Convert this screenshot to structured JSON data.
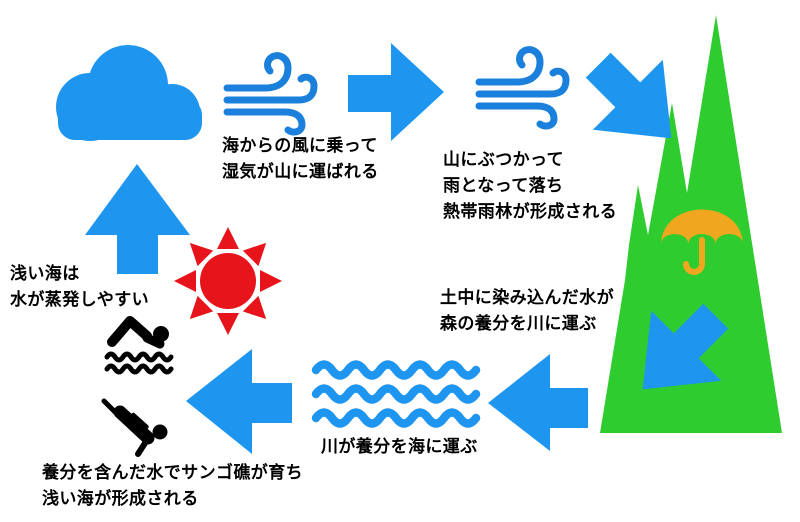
{
  "diagram": {
    "labels": {
      "wind_carries": [
        "海からの風に乗って",
        "湿気が山に運ばれる"
      ],
      "rain_forest": [
        "山にぶつかって",
        "雨となって落ち",
        "熱帯雨林が形成される"
      ],
      "shallow_sea_evaporation": [
        "浅い海は",
        "水が蒸発しやすい"
      ],
      "soil_nutrients": [
        "土中に染み込んだ水が",
        "森の養分を川に運ぶ"
      ],
      "river_to_sea": [
        "川が養分を海に運ぶ"
      ],
      "coral_reef": [
        "養分を含んだ水でサンゴ礁が育ち",
        "浅い海が形成される"
      ]
    },
    "icons": {
      "cloud": "☁",
      "wind": "💨",
      "arrow_right": "➔",
      "arrow_up": "⬆",
      "arrow_left": "⬅",
      "arrow_down_right": "⬊",
      "arrow_down_left": "⬋",
      "sun": "☀",
      "swimmer": "🏊",
      "scuba_diver": "🤿",
      "river_waves": "〰",
      "mountain_forest": "⛰",
      "umbrella": "☂"
    },
    "colors": {
      "blue": "#1e96f0",
      "wind": "#1a80db",
      "green": "#2ecc2e",
      "red": "#e8141c",
      "orange": "#f0a61e",
      "ink": "#000000",
      "bg": "#ffffff"
    }
  }
}
